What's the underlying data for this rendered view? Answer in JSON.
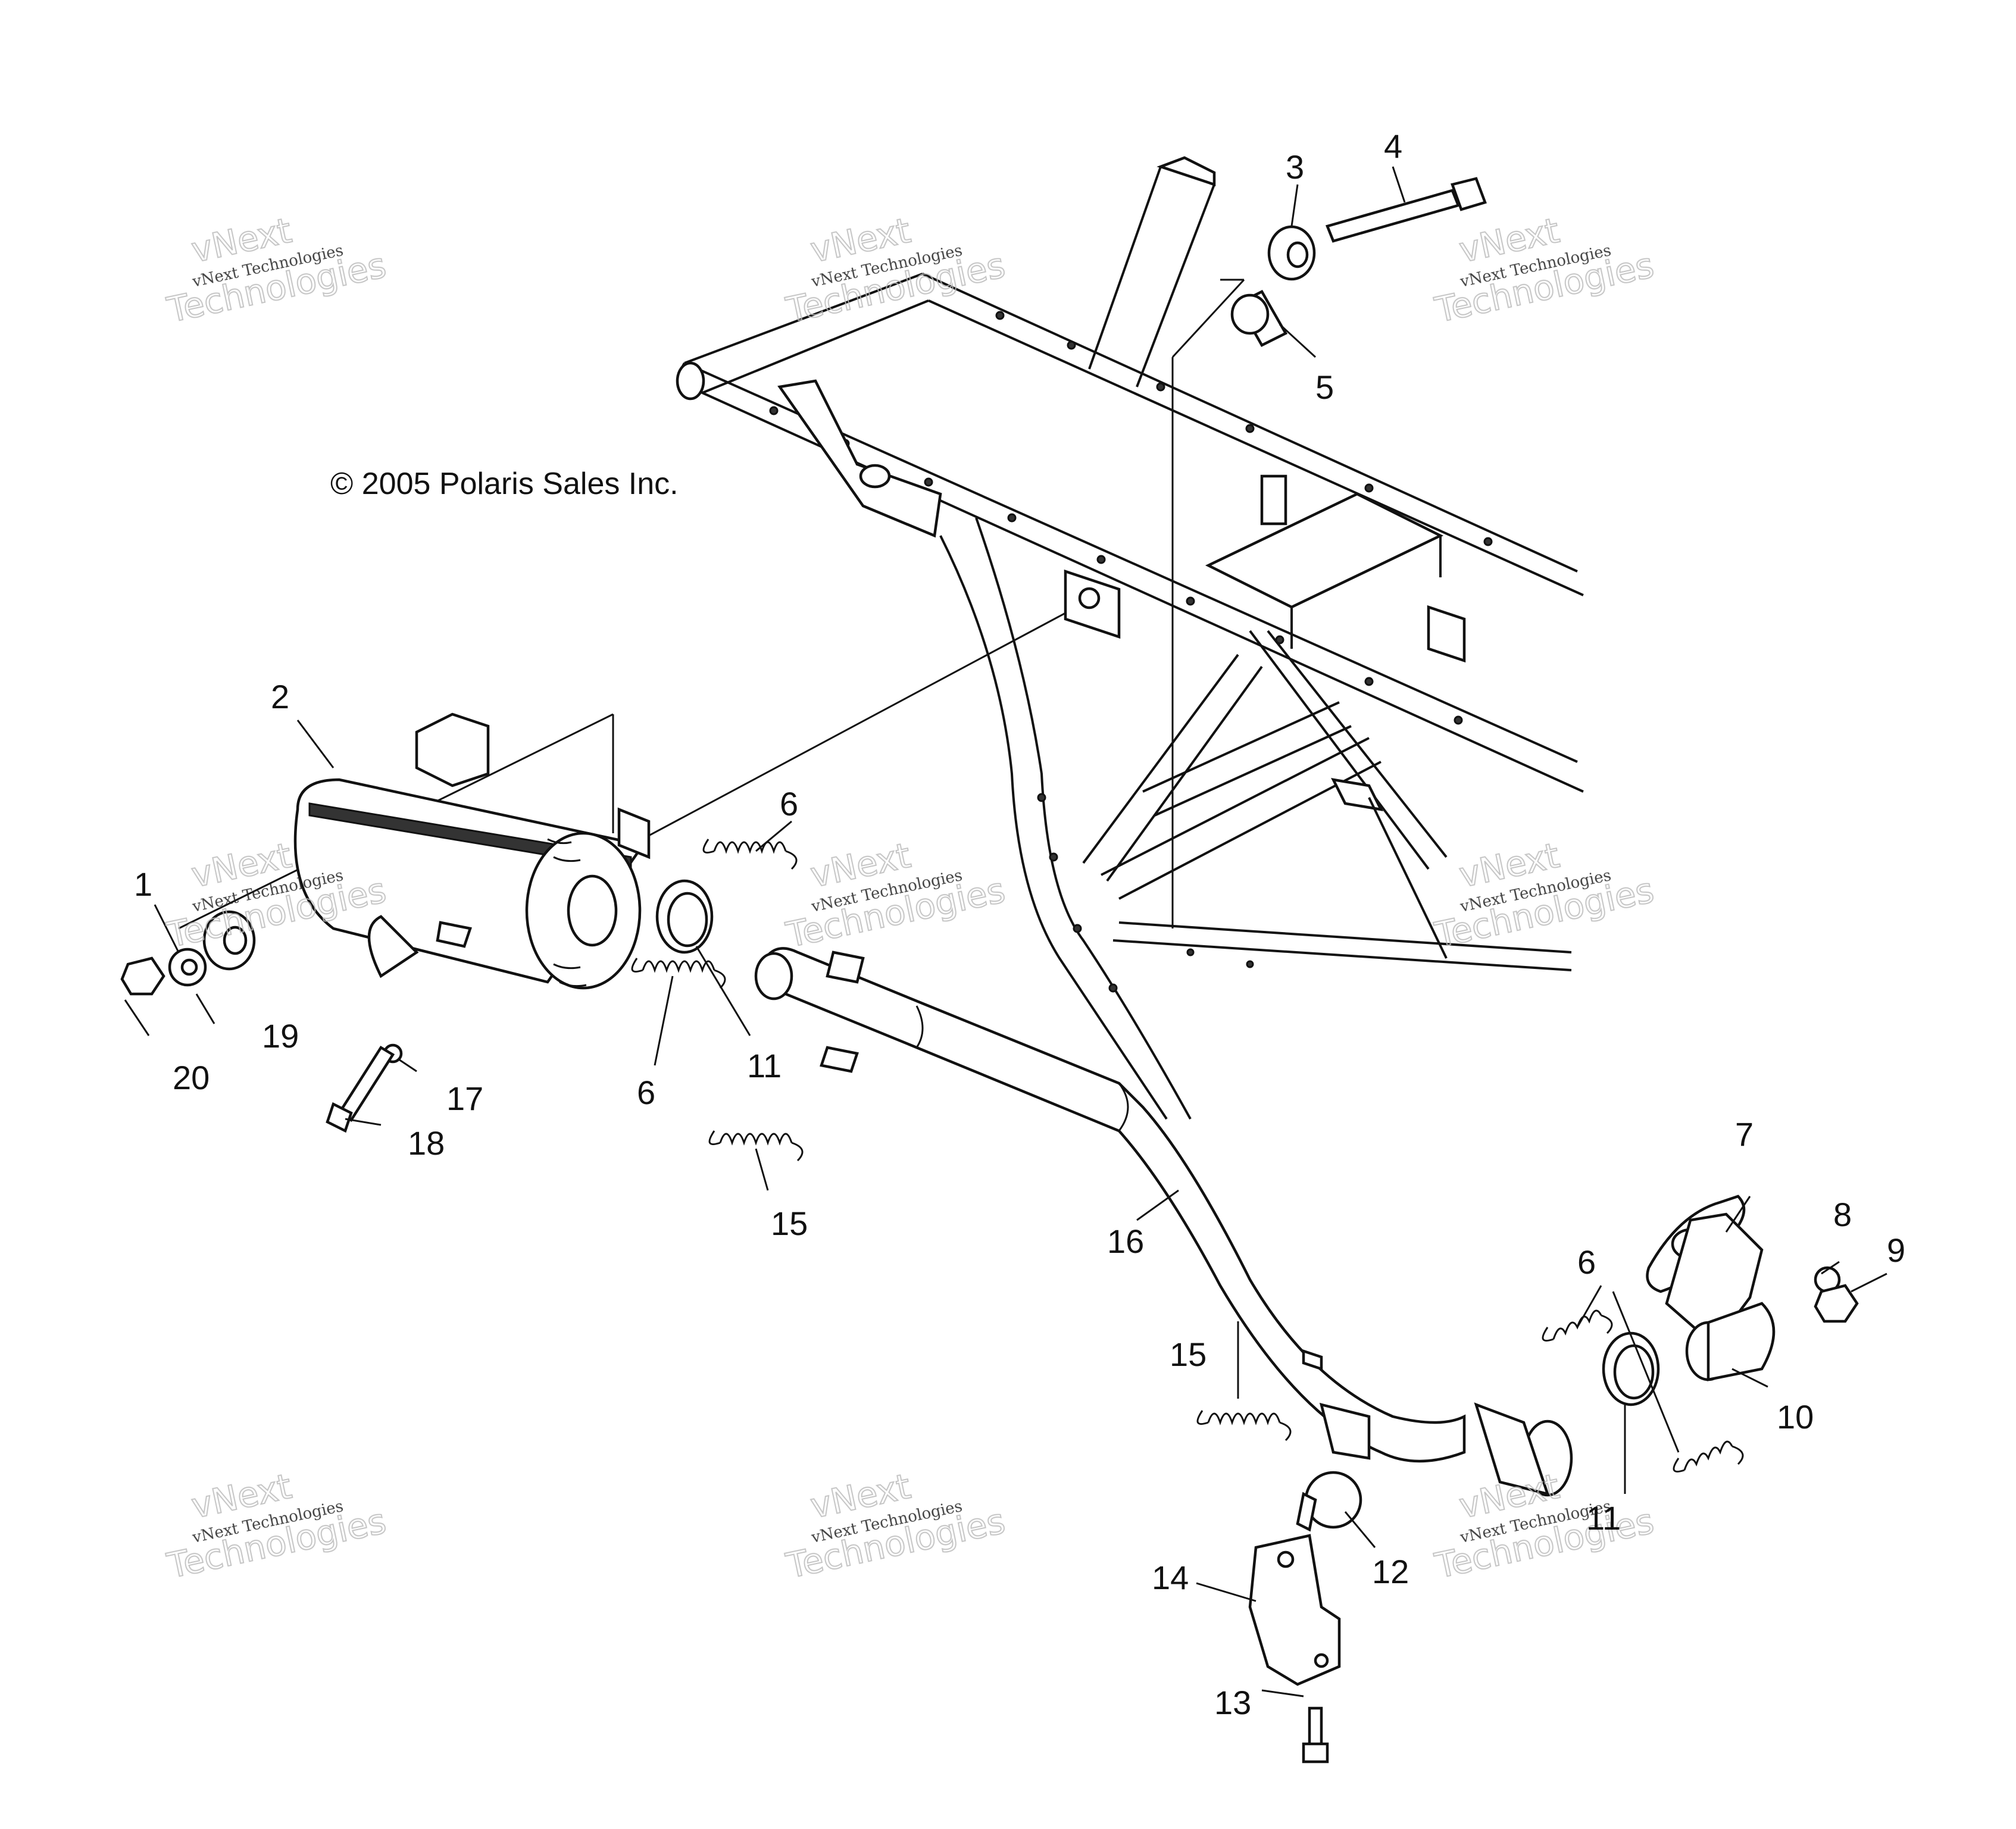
{
  "copyright": "© 2005 Polaris Sales Inc.",
  "watermark": {
    "line1": "vNext",
    "line2": "vNext Technologies",
    "line3": "Technologies"
  },
  "callouts": [
    "1",
    "2",
    "3",
    "4",
    "5",
    "6",
    "6",
    "6",
    "7",
    "8",
    "9",
    "10",
    "11",
    "11",
    "12",
    "13",
    "14",
    "15",
    "15",
    "16",
    "17",
    "18",
    "19",
    "20"
  ]
}
